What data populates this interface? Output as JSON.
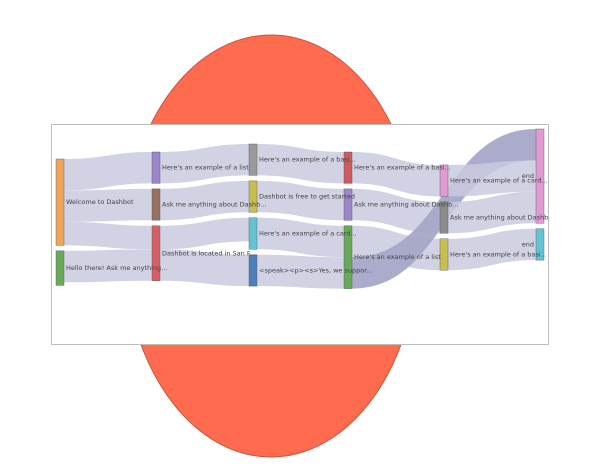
{
  "chart_data": {
    "type": "sankey",
    "title": "",
    "nodes": [
      {
        "id": "n0",
        "label": "Welcome to Dashbot",
        "column": 0,
        "value": 0.55,
        "color": "#f0a35a"
      },
      {
        "id": "n1",
        "label": "Hello there! Ask me anything...",
        "column": 0,
        "value": 0.22,
        "color": "#6aa85a"
      },
      {
        "id": "n2",
        "label": "Here's an example of a list",
        "column": 1,
        "value": 0.2,
        "color": "#9b86c9"
      },
      {
        "id": "n3",
        "label": "Ask me anything about Dashb...",
        "column": 1,
        "value": 0.2,
        "color": "#967060"
      },
      {
        "id": "n4",
        "label": "Dashbot is located in San F...",
        "column": 1,
        "value": 0.35,
        "color": "#d26065"
      },
      {
        "id": "n5",
        "label": "Here's an example of a basi...",
        "column": 2,
        "value": 0.2,
        "color": "#9a9a9a"
      },
      {
        "id": "n6",
        "label": "Dashbot is free to get started",
        "column": 2,
        "value": 0.2,
        "color": "#c6be4f"
      },
      {
        "id": "n7",
        "label": "Here's an example of a card...",
        "column": 2,
        "value": 0.2,
        "color": "#62c3d2"
      },
      {
        "id": "n8",
        "label": "<speak><p><s>Yes, we suppor...",
        "column": 2,
        "value": 0.2,
        "color": "#4f7fb8"
      },
      {
        "id": "n9",
        "label": "Here's an example of a basi...",
        "column": 3,
        "value": 0.2,
        "color": "#cd5a5f"
      },
      {
        "id": "n10",
        "label": "Ask me anything about Dashb...",
        "column": 3,
        "value": 0.2,
        "color": "#9b86c9"
      },
      {
        "id": "n11",
        "label": "Here's an example of a list",
        "column": 3,
        "value": 0.4,
        "color": "#6aa85a"
      },
      {
        "id": "n12",
        "label": "Here's an example of a card...",
        "column": 4,
        "value": 0.2,
        "color": "#e39ad0"
      },
      {
        "id": "n13",
        "label": "Ask me anything about Dashb...",
        "column": 4,
        "value": 0.2,
        "color": "#8c8c8c"
      },
      {
        "id": "n14",
        "label": "Here's an example of a basi...",
        "column": 4,
        "value": 0.2,
        "color": "#c6be4f"
      },
      {
        "id": "n15",
        "label": "end",
        "column": 5,
        "value": 0.6,
        "color": "#e39ad0"
      },
      {
        "id": "n16",
        "label": "end",
        "column": 5,
        "value": 0.2,
        "color": "#62c3d2"
      }
    ],
    "links": [
      {
        "source": "n0",
        "target": "n2",
        "value": 0.2
      },
      {
        "source": "n0",
        "target": "n3",
        "value": 0.2
      },
      {
        "source": "n0",
        "target": "n4",
        "value": 0.15
      },
      {
        "source": "n1",
        "target": "n4",
        "value": 0.2
      },
      {
        "source": "n2",
        "target": "n5",
        "value": 0.2
      },
      {
        "source": "n3",
        "target": "n6",
        "value": 0.2
      },
      {
        "source": "n4",
        "target": "n7",
        "value": 0.15
      },
      {
        "source": "n4",
        "target": "n8",
        "value": 0.2
      },
      {
        "source": "n5",
        "target": "n9",
        "value": 0.2
      },
      {
        "source": "n6",
        "target": "n10",
        "value": 0.2
      },
      {
        "source": "n7",
        "target": "n11",
        "value": 0.2
      },
      {
        "source": "n8",
        "target": "n11",
        "value": 0.2
      },
      {
        "source": "n9",
        "target": "n12",
        "value": 0.2
      },
      {
        "source": "n10",
        "target": "n13",
        "value": 0.2
      },
      {
        "source": "n11",
        "target": "n14",
        "value": 0.2
      },
      {
        "source": "n11",
        "target": "n15",
        "value": 0.2
      },
      {
        "source": "n12",
        "target": "n15",
        "value": 0.2
      },
      {
        "source": "n13",
        "target": "n15",
        "value": 0.2
      },
      {
        "source": "n14",
        "target": "n16",
        "value": 0.2
      }
    ],
    "link_color": "#c9cade",
    "highlight_link_color": "#a6a8c8",
    "highlighted_links": [
      15
    ]
  },
  "decor": {
    "circle_fill": "#ff6b4f",
    "circle_stroke": "#c8553e"
  }
}
